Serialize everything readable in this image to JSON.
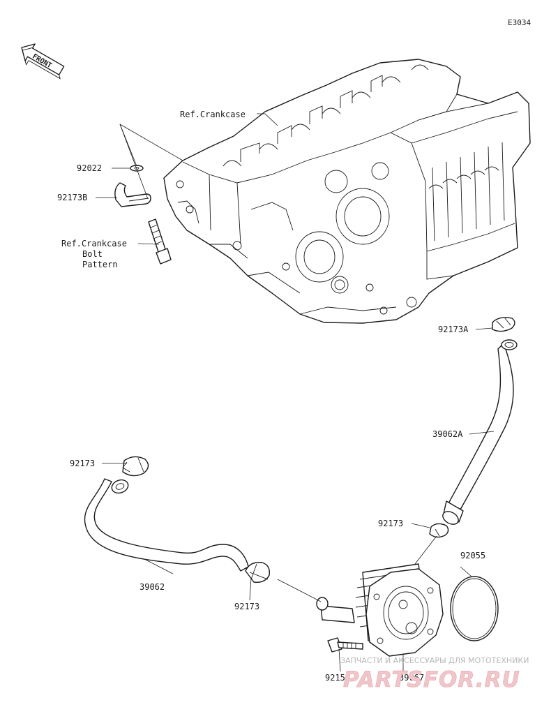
{
  "diagram_code": "E3034",
  "front_badge": "FRONT",
  "labels": {
    "ref_crankcase_top": "Ref.Crankcase",
    "p92022": "92022",
    "p92173B": "92173B",
    "ref_bolt_line1": "Ref.Crankcase",
    "ref_bolt_line2": "Bolt",
    "ref_bolt_line3": "Pattern",
    "p92173A": "92173A",
    "p39062A": "39062A",
    "p92173_left": "92173",
    "p39062": "39062",
    "p92173_mid": "92173",
    "p92173_bottom": "92173",
    "p92055": "92055",
    "p92154": "92154",
    "p39067": "39067"
  },
  "watermark": {
    "line1": "ЗАПЧАСТИ И АКСЕССУАРЫ ДЛЯ МОТОТЕХНИКИ",
    "line2": "PARTSFOR.RU"
  }
}
